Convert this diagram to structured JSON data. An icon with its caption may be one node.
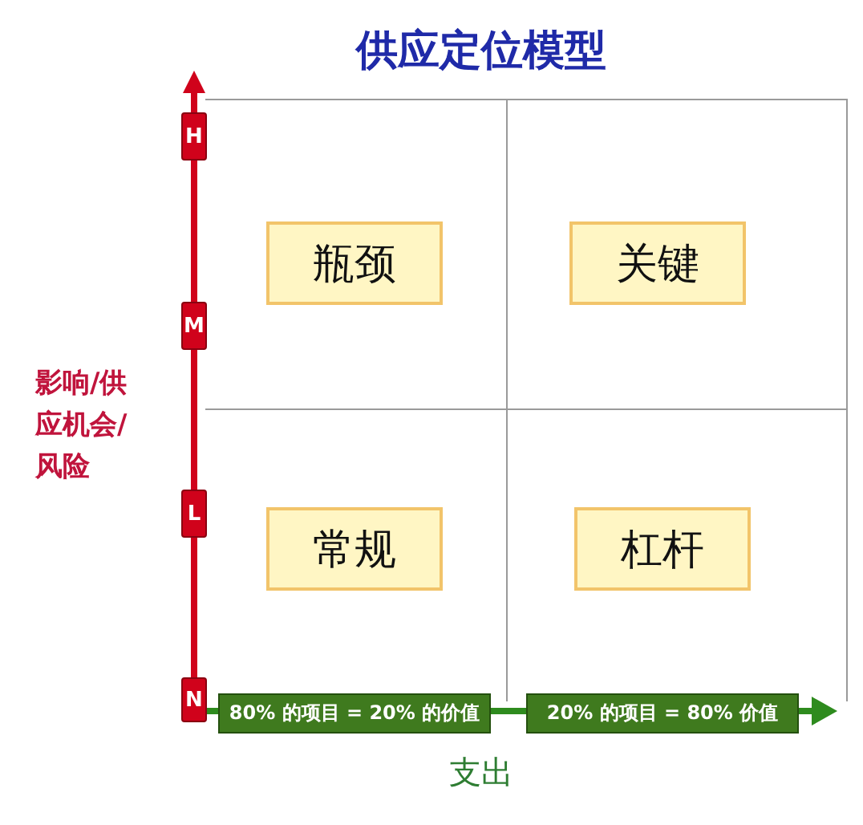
{
  "diagram": {
    "title": "供应定位模型",
    "nodes": [
      {
        "text": [
          "瓶颈"
        ]
      },
      {
        "text": [
          "关键"
        ]
      },
      {
        "text": [
          "常规"
        ]
      },
      {
        "text": [
          "杠杆"
        ]
      },
      {
        "text": [
          "H"
        ]
      },
      {
        "text": [
          "M"
        ]
      },
      {
        "text": [
          "L"
        ]
      },
      {
        "text": [
          "N"
        ]
      },
      {
        "text": [
          "80% 的项目 = 20% 的价值"
        ]
      },
      {
        "text": [
          "20% 的项目 = 80% 价值"
        ]
      }
    ],
    "labels": [
      "影响/供应机会/风险",
      "支出"
    ]
  }
}
